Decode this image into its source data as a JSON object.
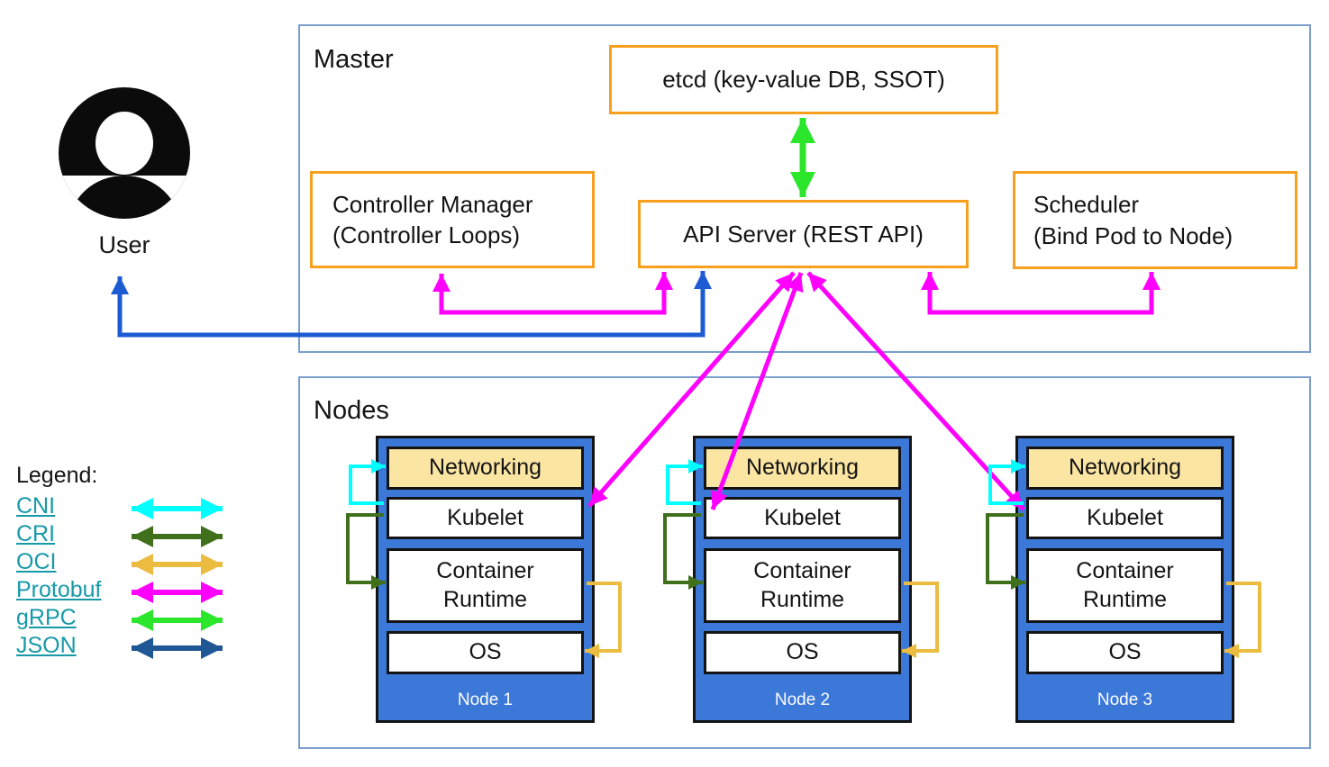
{
  "user": {
    "label": "User"
  },
  "master": {
    "title": "Master",
    "etcd_label": "etcd (key-value DB, SSOT)",
    "controller_manager": {
      "line1": "Controller Manager",
      "line2": "(Controller Loops)"
    },
    "api_server_label": "API Server (REST API)",
    "scheduler": {
      "line1": "Scheduler",
      "line2": "(Bind Pod to Node)"
    }
  },
  "nodes": {
    "title": "Nodes",
    "components": {
      "networking": "Networking",
      "kubelet": "Kubelet",
      "container_runtime": "Container Runtime",
      "os": "OS"
    },
    "items": [
      {
        "name": "Node 1"
      },
      {
        "name": "Node 2"
      },
      {
        "name": "Node 3"
      }
    ]
  },
  "legend": {
    "title": "Legend:",
    "items": [
      {
        "label": "CNI",
        "color": "#00ffff"
      },
      {
        "label": "CRI",
        "color": "#41701d"
      },
      {
        "label": "OCI",
        "color": "#ecbc40"
      },
      {
        "label": "Protobuf",
        "color": "#ff00ff"
      },
      {
        "label": "gRPC",
        "color": "#2ce62c"
      },
      {
        "label": "JSON",
        "color": "#1f5795"
      }
    ]
  },
  "connection_colors": {
    "user_to_api_server": "#1d5bd3",
    "controller_manager_api": "#ff00ff",
    "api_scheduler": "#ff00ff",
    "etcd_api_grpc": "#2ce62c",
    "api_to_kubelets": "#ff00ff",
    "cni_loop": "#00ffff",
    "cri_loop": "#41701d",
    "oci_loop": "#ecbc40"
  },
  "style_colors": {
    "component_border_orange": "#f8a01d",
    "group_border_blue": "#7b9ecd",
    "node_fill_blue": "#3b78d8",
    "networking_fill_amber": "#fbe5a2",
    "legend_link_teal": "#1799a8"
  }
}
